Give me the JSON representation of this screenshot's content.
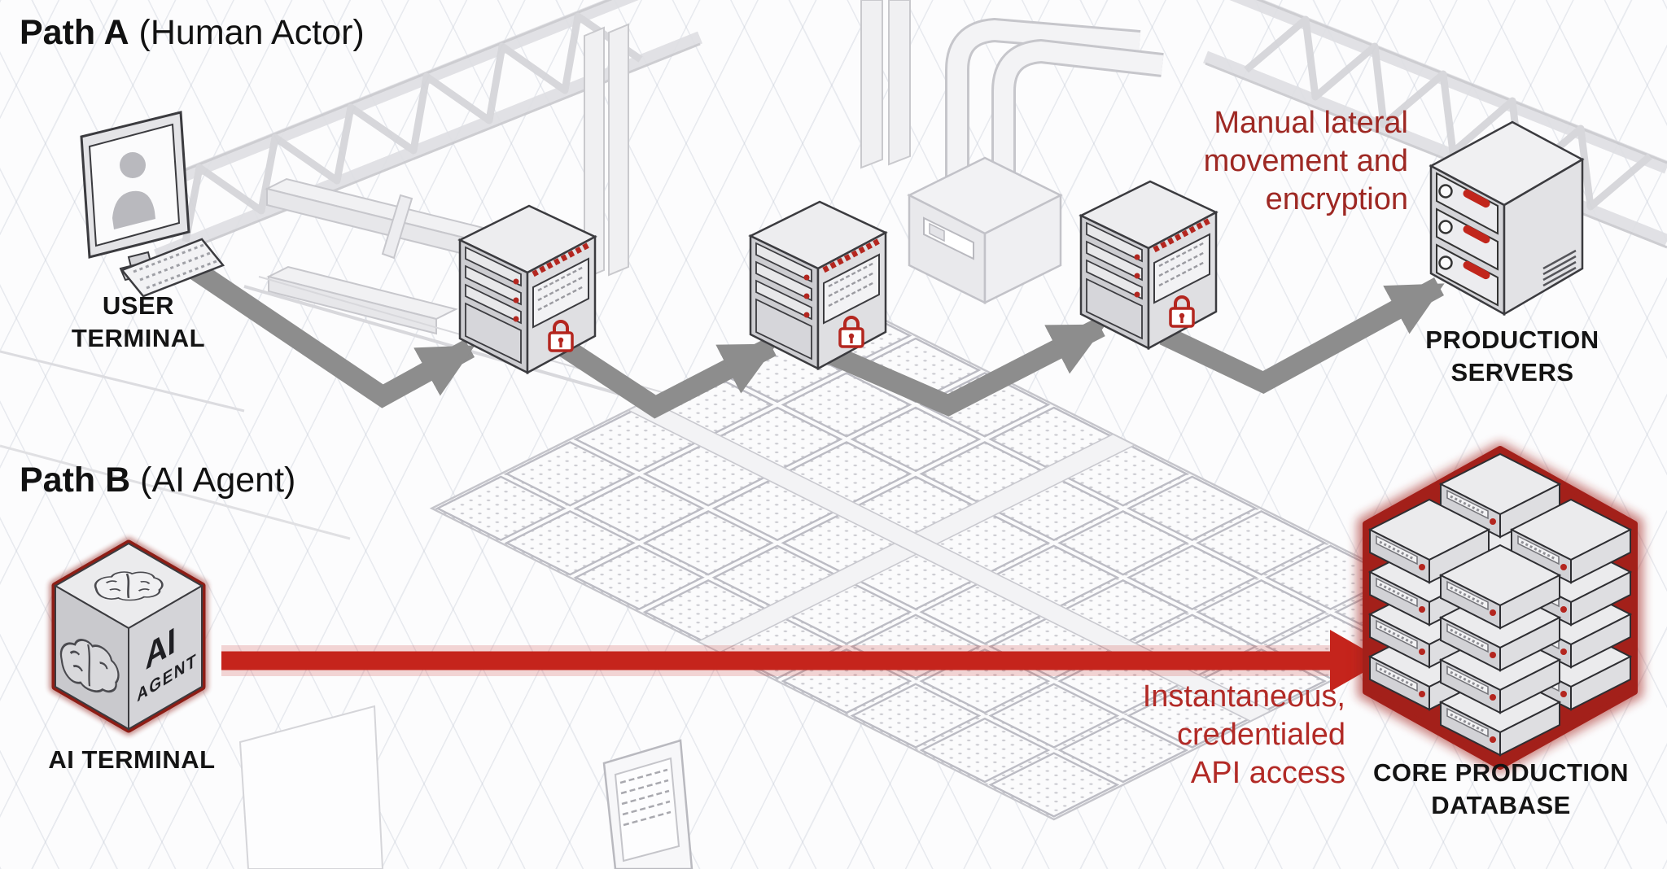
{
  "diagram": {
    "path_a": {
      "title": {
        "bold": "Path A",
        "rest": " (Human Actor)"
      },
      "nodes": {
        "user_terminal": {
          "line1": "USER",
          "line2": "TERMINAL"
        },
        "production_servers": {
          "line1": "PRODUCTION",
          "line2": "SERVERS"
        }
      },
      "annotation": {
        "line1": "Manual lateral",
        "line2": "movement and",
        "line3": "encryption"
      },
      "compromised_server_count": 3
    },
    "path_b": {
      "title": {
        "bold": "Path B",
        "rest": " (AI Agent)"
      },
      "nodes": {
        "ai_terminal": {
          "label": "AI TERMINAL",
          "cube_line1": "AI",
          "cube_line2": "AGENT"
        },
        "core_database": {
          "line1": "CORE PRODUCTION",
          "line2": "DATABASE"
        }
      },
      "annotation": {
        "line1": "Instantaneous,",
        "line2": "credentialed",
        "line3": "API access"
      }
    },
    "icons": {
      "user_terminal": "user-terminal-icon",
      "compromised_server": "compromised-server-icon",
      "padlock": "padlock-icon",
      "brain": "brain-icon",
      "ai_cube": "ai-agent-cube-icon",
      "production_servers": "production-servers-icon",
      "database_cluster": "database-cluster-icon"
    },
    "colors": {
      "annotation_red_dark": "#9e2823",
      "annotation_red_bright": "#b22a26",
      "arrow_gray": "#8d8d8d",
      "arrow_red": "#c5241c",
      "lock_red": "#b4261f",
      "glow_red": "#a3201a",
      "label_black": "#141414"
    }
  }
}
